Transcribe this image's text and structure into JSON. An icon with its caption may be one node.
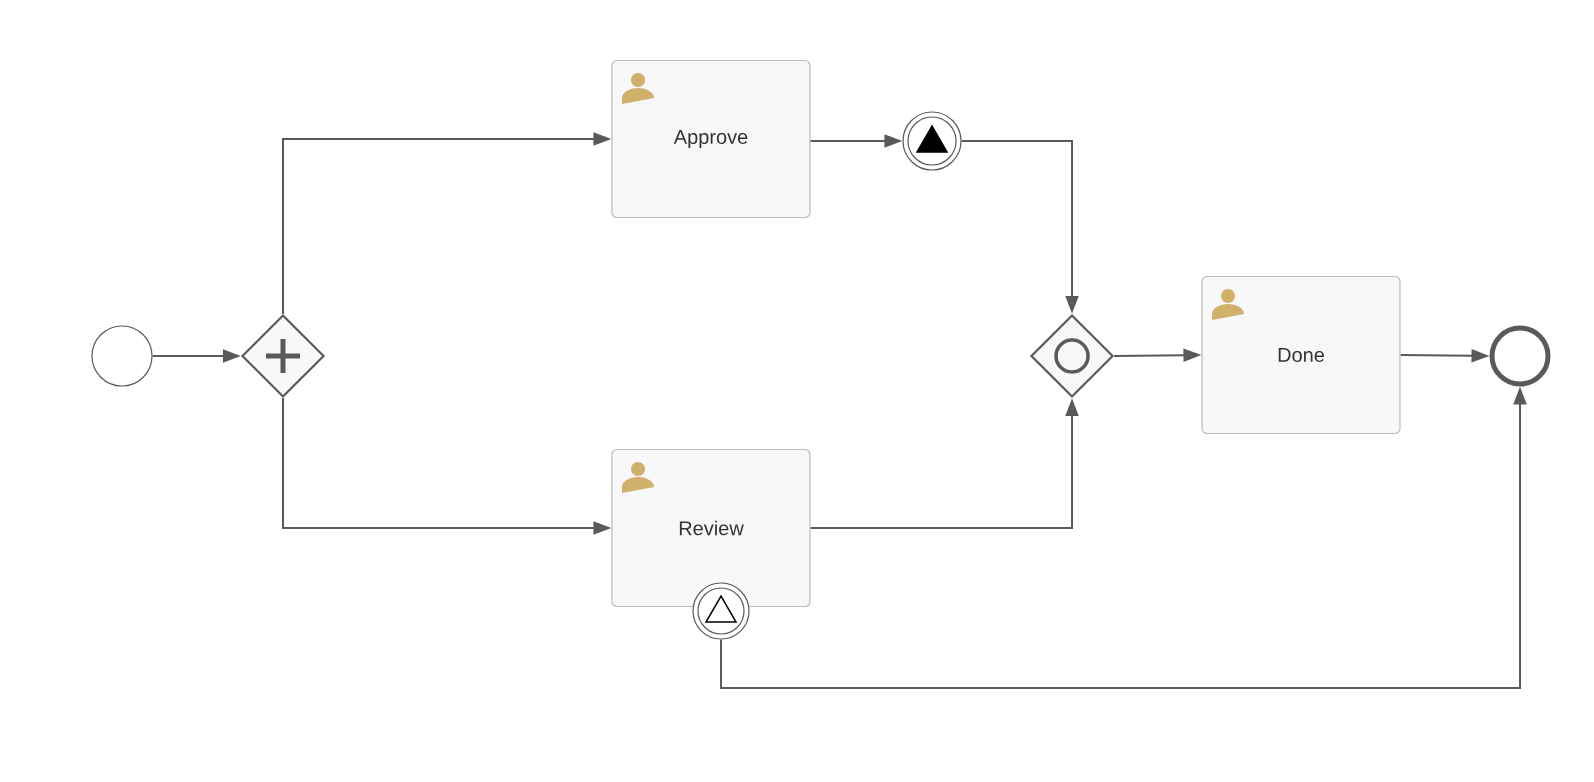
{
  "diagram": {
    "nodes": [
      {
        "text": [],
        "shape": "circle"
      },
      {
        "text": [],
        "shape": "diamond"
      },
      {
        "text": [
          "Approve"
        ]
      },
      {
        "text": [],
        "shape": "circle"
      },
      {
        "text": [
          "Review"
        ]
      },
      {
        "text": [],
        "shape": "circle"
      },
      {
        "text": [],
        "shape": "diamond"
      },
      {
        "text": [
          "Done"
        ]
      },
      {
        "text": [],
        "shape": "circle"
      }
    ],
    "edges": [
      {
        "from": 0,
        "to": 1,
        "arrow": "to"
      },
      {
        "from": 1,
        "to": 2,
        "arrow": "to"
      },
      {
        "from": 1,
        "to": 4,
        "arrow": "to"
      },
      {
        "from": 2,
        "to": 3,
        "arrow": "to"
      },
      {
        "from": 3,
        "to": 6,
        "arrow": "to"
      },
      {
        "from": 4,
        "to": 6,
        "arrow": "to"
      },
      {
        "from": 6,
        "to": 7,
        "arrow": "to"
      },
      {
        "from": 7,
        "to": 8,
        "arrow": "to"
      },
      {
        "from": 5,
        "to": 8,
        "arrow": "to"
      }
    ]
  }
}
